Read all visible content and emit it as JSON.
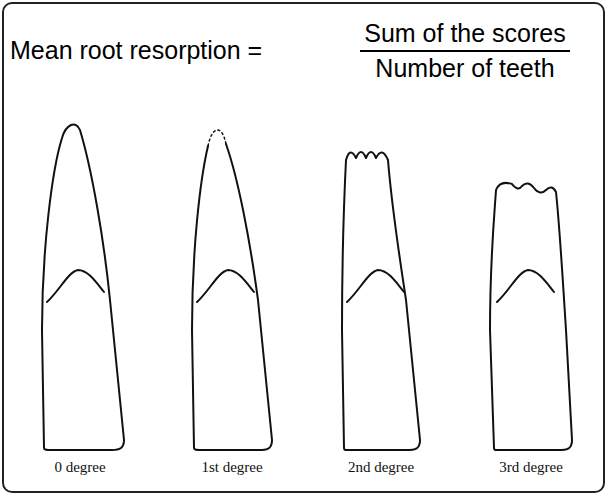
{
  "diagram": {
    "nodes": [
      {
        "text": [
          "Mean root resorption =",
          "Sum of the scores",
          "Number of teeth"
        ]
      }
    ],
    "labels": [
      "0 degree",
      "1st degree",
      "2nd degree",
      "3rd degree"
    ]
  }
}
